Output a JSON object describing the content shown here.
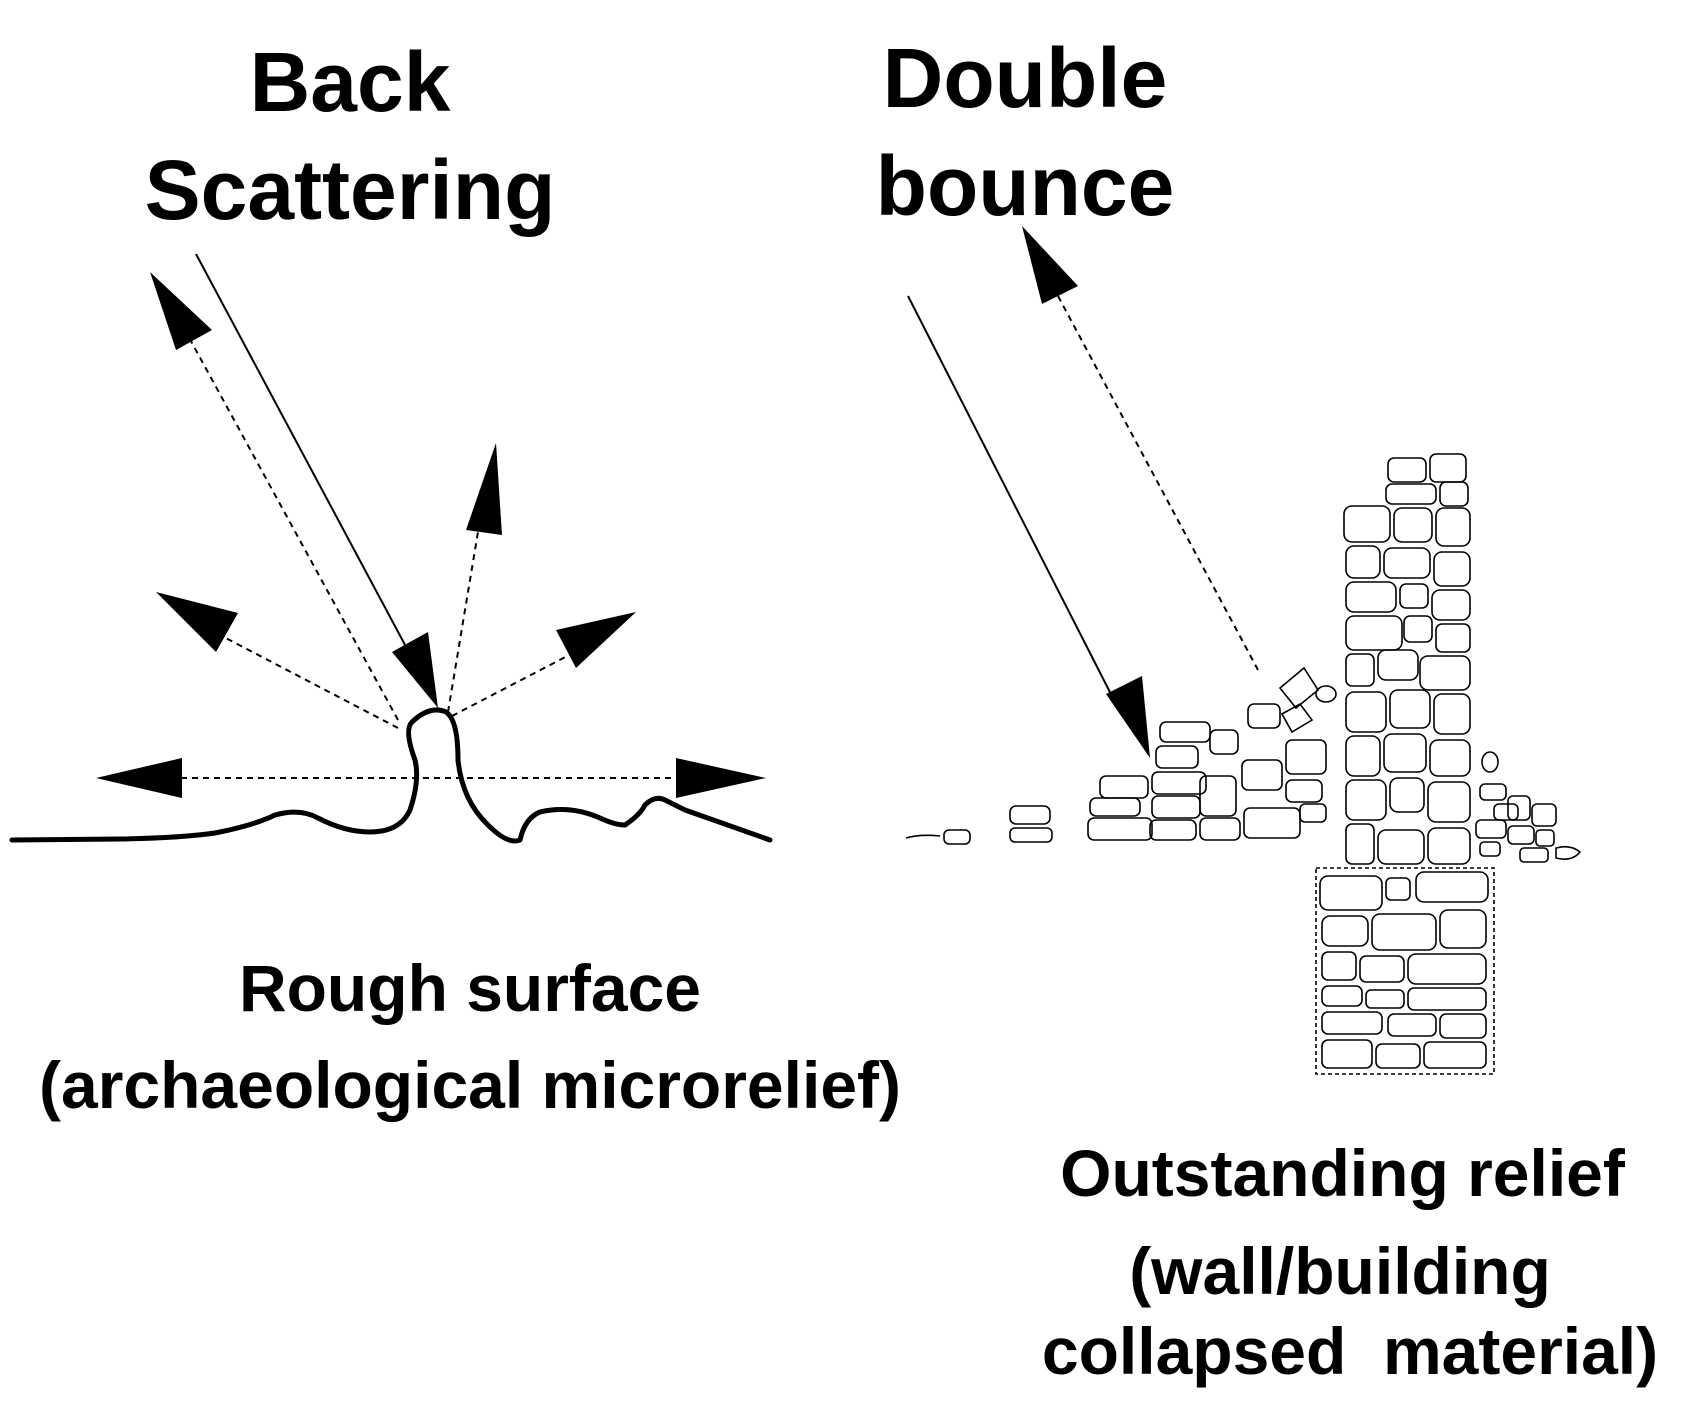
{
  "labels": {
    "back_scattering_line1": "Back",
    "back_scattering_line2": "Scattering",
    "double_bounce_line1": "Double",
    "double_bounce_line2": "bounce",
    "rough_surface": "Rough surface",
    "rough_surface_sub": "(archaeological microrelief)",
    "outstanding_relief": "Outstanding relief",
    "outstanding_relief_sub1": "(wall/building",
    "outstanding_relief_sub2": "collapsed  material)"
  },
  "colors": {
    "ink": "#000000",
    "background": "#ffffff"
  }
}
